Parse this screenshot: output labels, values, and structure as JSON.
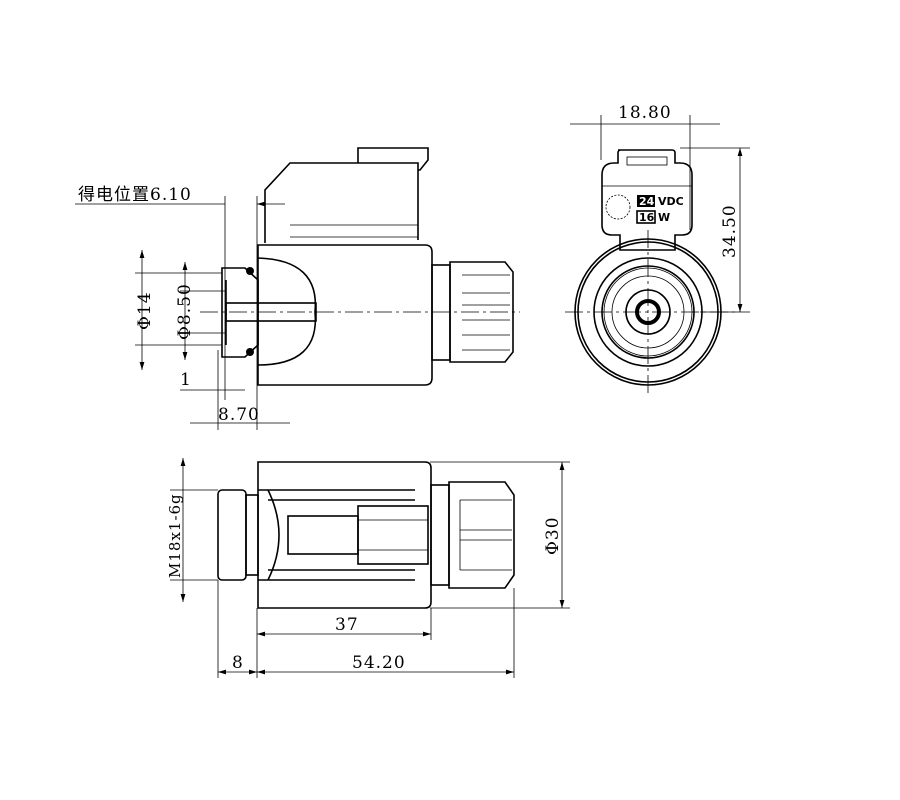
{
  "drawing": {
    "side_view": {
      "energized_position_label": "得电位置6.10",
      "dia_outer": "Φ14",
      "dia_inner": "Φ8.50",
      "dim_small": "1",
      "dim_length": "8.70"
    },
    "end_view": {
      "width_dim": "18.80",
      "height_dim": "34.50",
      "voltage_value": "24",
      "voltage_unit": "VDC",
      "power_value": "16",
      "power_unit": "W"
    },
    "bottom_view": {
      "thread": "M18x1-6g",
      "diameter": "Φ30",
      "body_length": "37",
      "thread_length": "8",
      "overall_length": "54.20"
    }
  }
}
